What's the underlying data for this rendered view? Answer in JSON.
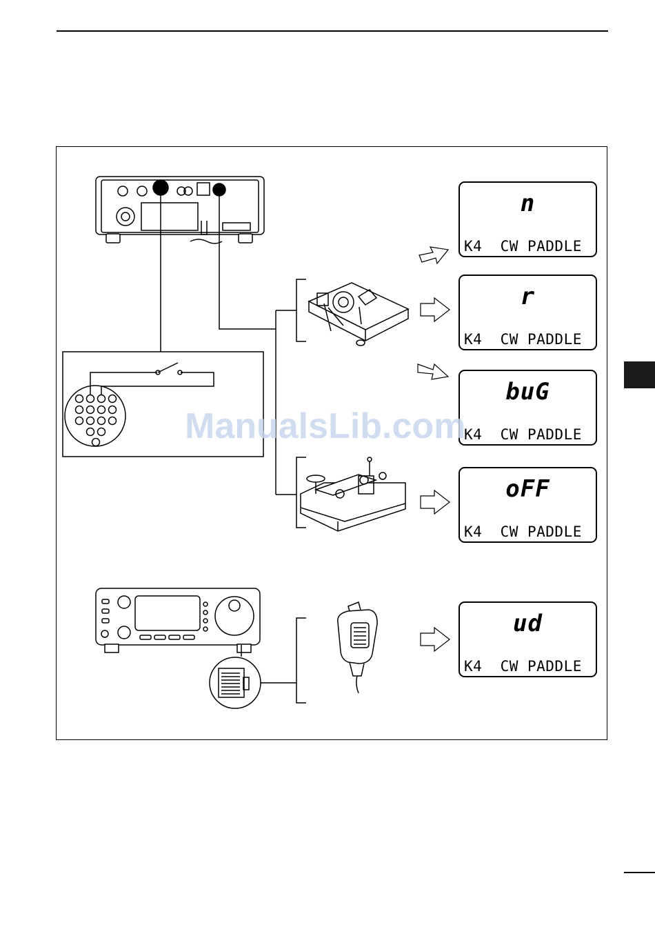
{
  "displays": [
    {
      "value": "n",
      "label": "K4  CW PADDLE"
    },
    {
      "value": "r",
      "label": "K4  CW PADDLE"
    },
    {
      "value": "buG",
      "label": "K4  CW PADDLE"
    },
    {
      "value": "oFF",
      "label": "K4  CW PADDLE"
    },
    {
      "value": "ud",
      "label": "K4  CW PADDLE"
    }
  ],
  "watermark": "ManualsLib.com",
  "icons": [
    "transceiver-rear-panel-icon",
    "acc-socket-pinout-icon",
    "paddle-key-icon",
    "straight-key-icon",
    "transceiver-front-icon",
    "modular-jack-icon",
    "hand-microphone-icon",
    "arrow-icon"
  ]
}
